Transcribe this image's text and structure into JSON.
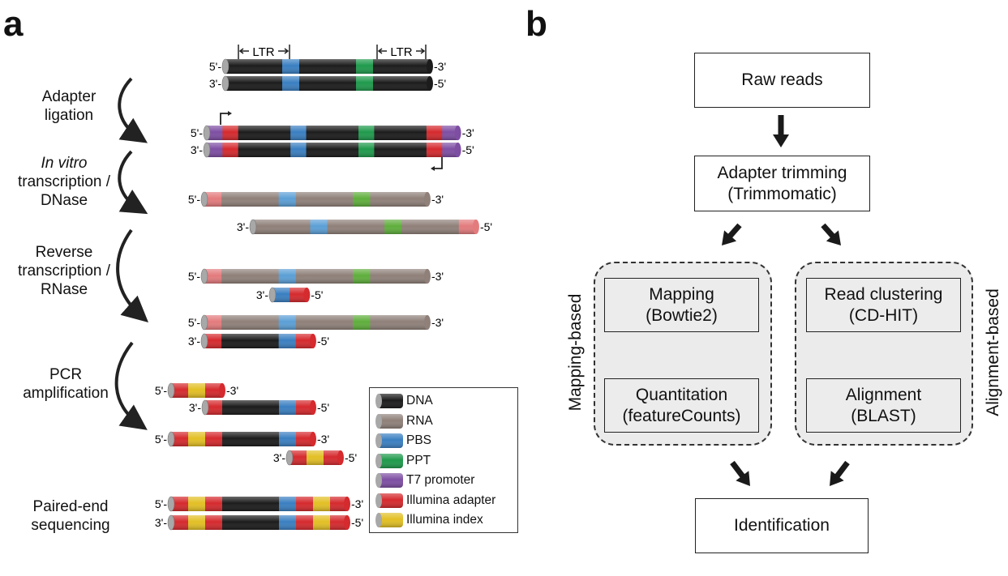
{
  "panel_a": {
    "label": "a",
    "ltr_label": "LTR",
    "steps": [
      {
        "prefix_italic": "",
        "lines": [
          "Adapter",
          "ligation"
        ]
      },
      {
        "prefix_italic": "In vitro",
        "lines": [
          "transcription /",
          "DNase"
        ]
      },
      {
        "prefix_italic": "",
        "lines": [
          "Reverse",
          "transcription /",
          "RNase"
        ]
      },
      {
        "prefix_italic": "",
        "lines": [
          "PCR",
          "amplification"
        ]
      },
      {
        "prefix_italic": "",
        "lines": [
          "Paired-end",
          "sequencing"
        ]
      }
    ],
    "colors": {
      "DNA": "#1c1c1c",
      "RNA": "#8f8079",
      "PBS": "#3a7fc1",
      "PBS_light": "#5b9fd6",
      "PPT": "#1f9a4c",
      "PPT_light": "#5fae3c",
      "T7": "#7e4ea3",
      "ADAPTER": "#d52a2e",
      "ADAPTER_light": "#e37b7d",
      "INDEX": "#e2bf24",
      "CAP": "#a8a8a8"
    },
    "molecules": [
      {
        "id": "genomic-dsDNA-top",
        "left": "5'-",
        "right": "-3'",
        "segments": [
          [
            "DNA",
            10
          ],
          [
            "PBS",
            3
          ],
          [
            "DNA",
            10
          ],
          [
            "PPT",
            3
          ],
          [
            "DNA",
            10
          ]
        ]
      },
      {
        "id": "genomic-dsDNA-bottom",
        "left": "3'-",
        "right": "-5'",
        "segments": [
          [
            "DNA",
            10
          ],
          [
            "PBS",
            3
          ],
          [
            "DNA",
            10
          ],
          [
            "PPT",
            3
          ],
          [
            "DNA",
            10
          ]
        ]
      },
      {
        "id": "ligated-top",
        "left": "5'-",
        "right": "-3'",
        "segments": [
          [
            "T7",
            3
          ],
          [
            "ADAPTER",
            3
          ],
          [
            "DNA",
            10
          ],
          [
            "PBS",
            3
          ],
          [
            "DNA",
            10
          ],
          [
            "PPT",
            3
          ],
          [
            "DNA",
            10
          ],
          [
            "ADAPTER",
            3
          ],
          [
            "T7",
            3
          ]
        ]
      },
      {
        "id": "ligated-bottom",
        "left": "3'-",
        "right": "-5'",
        "segments": [
          [
            "T7",
            3
          ],
          [
            "ADAPTER",
            3
          ],
          [
            "DNA",
            10
          ],
          [
            "PBS",
            3
          ],
          [
            "DNA",
            10
          ],
          [
            "PPT",
            3
          ],
          [
            "DNA",
            10
          ],
          [
            "ADAPTER",
            3
          ],
          [
            "T7",
            3
          ]
        ]
      },
      {
        "id": "rna-sense",
        "left": "5'-",
        "right": "-3'",
        "segments": [
          [
            "ADAPTER_light",
            3
          ],
          [
            "RNA",
            10
          ],
          [
            "PBS_light",
            3
          ],
          [
            "RNA",
            10
          ],
          [
            "PPT_light",
            3
          ],
          [
            "RNA",
            10
          ]
        ]
      },
      {
        "id": "rna-antisense",
        "left": "3'-",
        "right": "-5'",
        "segments": [
          [
            "RNA",
            10
          ],
          [
            "PBS_light",
            3
          ],
          [
            "RNA",
            10
          ],
          [
            "PPT_light",
            3
          ],
          [
            "RNA",
            10
          ],
          [
            "ADAPTER_light",
            3
          ]
        ]
      },
      {
        "id": "rt-rna",
        "left": "5'-",
        "right": "-3'",
        "segments": [
          [
            "ADAPTER_light",
            3
          ],
          [
            "RNA",
            10
          ],
          [
            "PBS_light",
            3
          ],
          [
            "RNA",
            10
          ],
          [
            "PPT_light",
            3
          ],
          [
            "RNA",
            10
          ]
        ]
      },
      {
        "id": "rt-primer",
        "left": "3'-",
        "right": "-5'",
        "segments": [
          [
            "PBS",
            3
          ],
          [
            "ADAPTER",
            3
          ]
        ]
      },
      {
        "id": "rt-rna-2",
        "left": "5'-",
        "right": "-3'",
        "segments": [
          [
            "ADAPTER_light",
            3
          ],
          [
            "RNA",
            10
          ],
          [
            "PBS_light",
            3
          ],
          [
            "RNA",
            10
          ],
          [
            "PPT_light",
            3
          ],
          [
            "RNA",
            10
          ]
        ]
      },
      {
        "id": "rt-cdna",
        "left": "3'-",
        "right": "-5'",
        "segments": [
          [
            "ADAPTER",
            3
          ],
          [
            "DNA",
            10
          ],
          [
            "PBS",
            3
          ],
          [
            "ADAPTER",
            3
          ]
        ]
      },
      {
        "id": "pcr-primer-1",
        "left": "5'-",
        "right": "-3'",
        "segments": [
          [
            "ADAPTER",
            3
          ],
          [
            "INDEX",
            3
          ],
          [
            "ADAPTER",
            3
          ]
        ]
      },
      {
        "id": "pcr-cdna",
        "left": "3'-",
        "right": "-5'",
        "segments": [
          [
            "ADAPTER",
            3
          ],
          [
            "DNA",
            10
          ],
          [
            "PBS",
            3
          ],
          [
            "ADAPTER",
            3
          ]
        ]
      },
      {
        "id": "pcr-product",
        "left": "5'-",
        "right": "-3'",
        "segments": [
          [
            "ADAPTER",
            3
          ],
          [
            "INDEX",
            3
          ],
          [
            "ADAPTER",
            3
          ],
          [
            "DNA",
            10
          ],
          [
            "PBS",
            3
          ],
          [
            "ADAPTER",
            3
          ]
        ]
      },
      {
        "id": "pcr-primer-2",
        "left": "3'-",
        "right": "-5'",
        "segments": [
          [
            "ADAPTER",
            3
          ],
          [
            "INDEX",
            3
          ],
          [
            "ADAPTER",
            3
          ]
        ]
      },
      {
        "id": "library-top",
        "left": "5'-",
        "right": "-3'",
        "segments": [
          [
            "ADAPTER",
            3
          ],
          [
            "INDEX",
            3
          ],
          [
            "ADAPTER",
            3
          ],
          [
            "DNA",
            10
          ],
          [
            "PBS",
            3
          ],
          [
            "ADAPTER",
            3
          ],
          [
            "INDEX",
            3
          ],
          [
            "ADAPTER",
            3
          ]
        ]
      },
      {
        "id": "library-bottom",
        "left": "3'-",
        "right": "-5'",
        "segments": [
          [
            "ADAPTER",
            3
          ],
          [
            "INDEX",
            3
          ],
          [
            "ADAPTER",
            3
          ],
          [
            "DNA",
            10
          ],
          [
            "PBS",
            3
          ],
          [
            "ADAPTER",
            3
          ],
          [
            "INDEX",
            3
          ],
          [
            "ADAPTER",
            3
          ]
        ]
      }
    ],
    "legend": [
      {
        "key": "DNA",
        "label": "DNA"
      },
      {
        "key": "RNA",
        "label": "RNA"
      },
      {
        "key": "PBS",
        "label": "PBS"
      },
      {
        "key": "PPT",
        "label": "PPT"
      },
      {
        "key": "T7",
        "label": "T7 promoter"
      },
      {
        "key": "ADAPTER",
        "label": "Illumina adapter"
      },
      {
        "key": "INDEX",
        "label": "Illumina index"
      }
    ]
  },
  "panel_b": {
    "label": "b",
    "raw_reads": "Raw reads",
    "trimming": [
      "Adapter trimming",
      "(Trimmomatic)"
    ],
    "mapping_group_label": "Mapping-based",
    "alignment_group_label": "Alignment-based",
    "mapping": [
      "Mapping",
      "(Bowtie2)"
    ],
    "quantitation": [
      "Quantitation",
      "(featureCounts)"
    ],
    "clustering": [
      "Read clustering",
      "(CD-HIT)"
    ],
    "alignment": [
      "Alignment",
      "(BLAST)"
    ],
    "identification": "Identification"
  }
}
